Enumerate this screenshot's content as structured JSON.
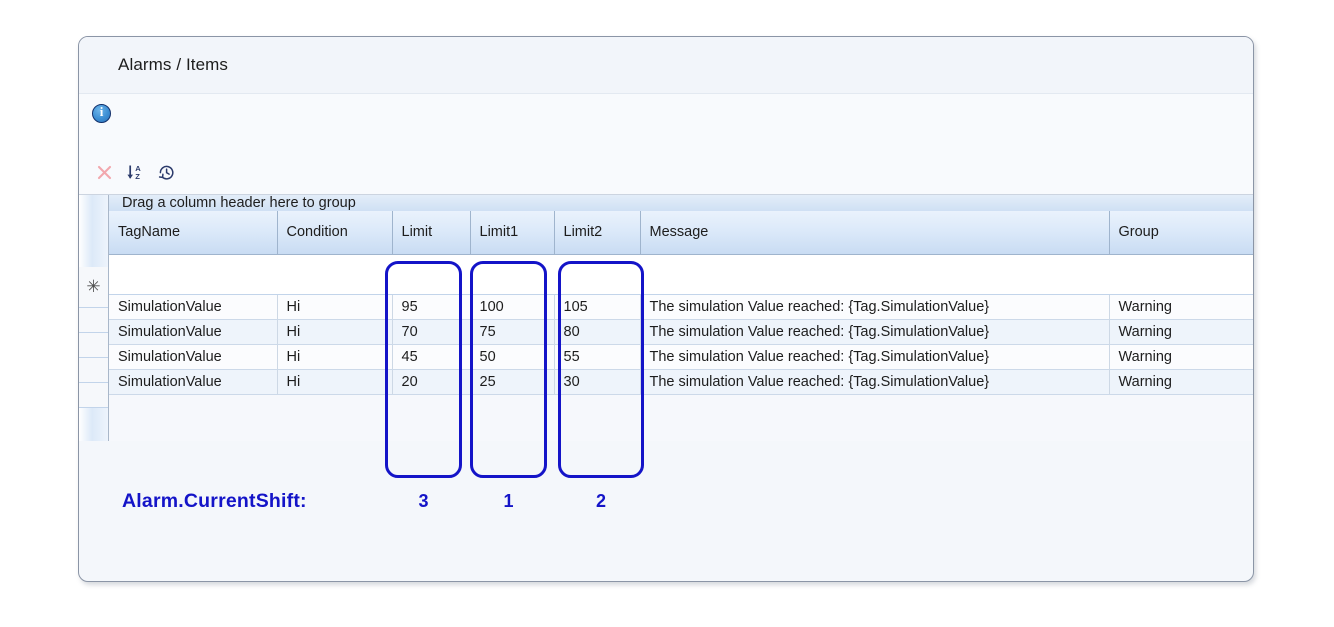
{
  "window": {
    "title": "Alarms / Items"
  },
  "info_bar": {
    "icon": "info-icon"
  },
  "toolbar": {
    "buttons": [
      {
        "name": "delete-button",
        "icon": "close-x-icon",
        "tooltip": "Delete"
      },
      {
        "name": "sort-button",
        "icon": "sort-az-icon",
        "tooltip": "Sort A-Z"
      },
      {
        "name": "history-button",
        "icon": "history-clock-icon",
        "tooltip": "History"
      }
    ]
  },
  "grid": {
    "group_panel_text": "Drag a column header here to group",
    "new_row_marker": "✳",
    "columns": [
      {
        "key": "tagname",
        "label": "TagName"
      },
      {
        "key": "condition",
        "label": "Condition"
      },
      {
        "key": "limit",
        "label": "Limit"
      },
      {
        "key": "limit1",
        "label": "Limit1"
      },
      {
        "key": "limit2",
        "label": "Limit2"
      },
      {
        "key": "message",
        "label": "Message"
      },
      {
        "key": "group",
        "label": "Group"
      }
    ],
    "rows": [
      {
        "tagname": "SimulationValue",
        "condition": "Hi",
        "limit": "95",
        "limit1": "100",
        "limit2": "105",
        "message": "The simulation Value reached: {Tag.SimulationValue}",
        "group": "Warning"
      },
      {
        "tagname": "SimulationValue",
        "condition": "Hi",
        "limit": "70",
        "limit1": "75",
        "limit2": "80",
        "message": "The simulation Value reached: {Tag.SimulationValue}",
        "group": "Warning"
      },
      {
        "tagname": "SimulationValue",
        "condition": "Hi",
        "limit": "45",
        "limit1": "50",
        "limit2": "55",
        "message": "The simulation Value reached: {Tag.SimulationValue}",
        "group": "Warning"
      },
      {
        "tagname": "SimulationValue",
        "condition": "Hi",
        "limit": "20",
        "limit1": "25",
        "limit2": "30",
        "message": "The simulation Value reached: {Tag.SimulationValue}",
        "group": "Warning"
      }
    ]
  },
  "annotation": {
    "color": "#1414c8",
    "label": "Alarm.CurrentShift:",
    "numbers": [
      "3",
      "1",
      "2"
    ],
    "highlighted_columns": [
      "Limit",
      "Limit1",
      "Limit2"
    ]
  }
}
